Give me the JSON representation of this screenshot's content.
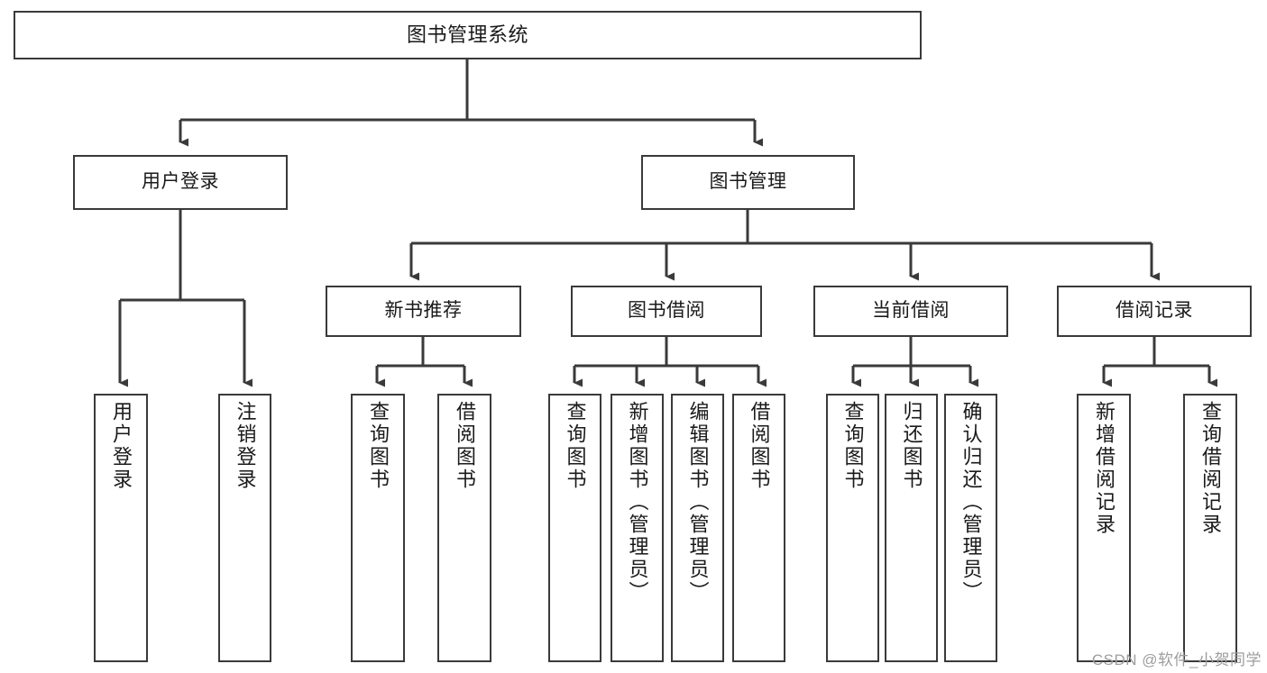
{
  "diagram": {
    "type": "tree-hierarchy-diagram",
    "root": {
      "label": "图书管理系统"
    },
    "level2": [
      {
        "label": "用户登录"
      },
      {
        "label": "图书管理"
      }
    ],
    "level3": [
      {
        "label": "新书推荐"
      },
      {
        "label": "图书借阅"
      },
      {
        "label": "当前借阅"
      },
      {
        "label": "借阅记录"
      }
    ],
    "leaves": {
      "user_login": [
        {
          "label": "用户登录"
        },
        {
          "label": "注销登录"
        }
      ],
      "new_book_recommend": [
        {
          "label": "查询图书"
        },
        {
          "label": "借阅图书"
        }
      ],
      "book_borrow": [
        {
          "label": "查询图书"
        },
        {
          "label": "新增图书（管理员）"
        },
        {
          "label": "编辑图书（管理员）"
        },
        {
          "label": "借阅图书"
        }
      ],
      "current_borrow": [
        {
          "label": "查询图书"
        },
        {
          "label": "归还图书"
        },
        {
          "label": "确认归还（管理员）"
        }
      ],
      "borrow_record": [
        {
          "label": "新增借阅记录"
        },
        {
          "label": "查询借阅记录"
        }
      ]
    }
  },
  "watermark": {
    "text": "CSDN @软件_小贺同学"
  },
  "colors": {
    "stroke": "#3a3a3a",
    "background": "#ffffff",
    "text": "#1a1a1a",
    "watermark": "#9d9d9d"
  }
}
